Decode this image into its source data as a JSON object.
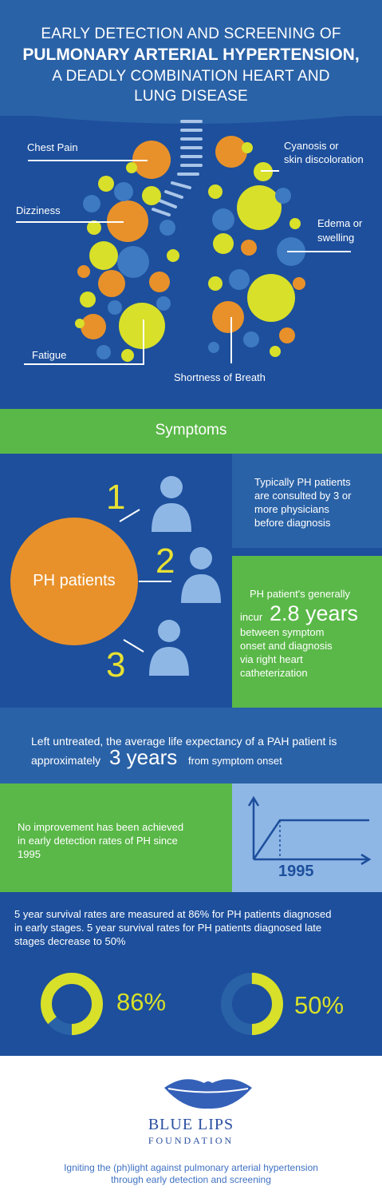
{
  "header": {
    "line1": "EARLY DETECTION AND SCREENING OF",
    "line2": "PULMONARY ARTERIAL HYPERTENSION,",
    "line3": "A DEADLY COMBINATION HEART AND",
    "line4": "LUNG DISEASE"
  },
  "symptom_labels": {
    "chest_pain": "Chest Pain",
    "dizziness": "Dizziness",
    "fatigue": "Fatigue",
    "shortness": "Shortness of Breath",
    "cyanosis_1": "Cyanosis or",
    "cyanosis_2": "skin discoloration",
    "edema_1": "Edema or",
    "edema_2": "swelling"
  },
  "symptoms_title": "Symptoms",
  "physicians": {
    "circle_label": "PH patients",
    "numbers": [
      "1",
      "2",
      "3"
    ],
    "consult_text": [
      "Typically PH patients",
      "are consulted by 3 or",
      "more physicians",
      "before diagnosis"
    ],
    "incur_line1": "PH patient's generally",
    "incur_prefix": "incur",
    "incur_value": "2.8 years",
    "incur_rest": [
      "between symptom",
      "onset and diagnosis",
      "via right heart",
      "catheterization"
    ]
  },
  "life": {
    "line1": "Left untreated, the average life expectancy of a PAH patient is",
    "prefix": "approximately",
    "value": "3 years",
    "suffix": "from symptom onset"
  },
  "improve": {
    "text": [
      "No improvement has been achieved",
      "in early detection rates of PH since",
      "1995"
    ],
    "year": "1995"
  },
  "survival": {
    "text": [
      "5 year survival rates are measured at 86% for PH patients diagnosed",
      "in early stages. 5 year survival rates for PH patients diagnosed late",
      "stages decrease to 50%"
    ],
    "early_label": "86%",
    "early_value": 86,
    "late_label": "50%",
    "late_value": 50
  },
  "footer": {
    "logo_name": "BLUE LIPS",
    "logo_sub": "FOUNDATION",
    "tagline1": "Igniting the (ph)light against pulmonary arterial hypertension",
    "tagline2": "through early detection and screening"
  },
  "colors": {
    "dark_blue": "#1d4f9c",
    "mid_blue": "#2a62a7",
    "green": "#5ab848",
    "orange": "#e8912a",
    "yellow": "#d8e029",
    "light_blue": "#6fa0d8"
  }
}
